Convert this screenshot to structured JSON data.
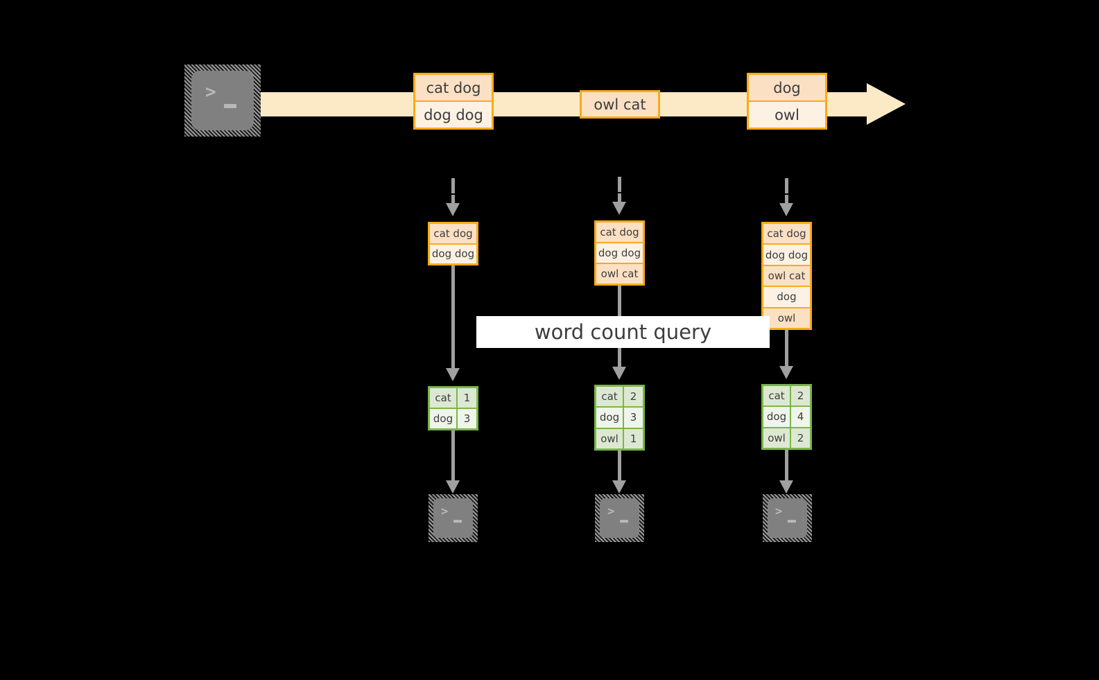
{
  "diagram": {
    "timeline": {
      "source_icon": "terminal-icon",
      "events": [
        {
          "id": "event-1",
          "lines": [
            "cat dog",
            "dog dog"
          ]
        },
        {
          "id": "event-2",
          "lines": [
            "owl cat"
          ]
        },
        {
          "id": "event-3",
          "lines": [
            "dog",
            "owl"
          ]
        }
      ]
    },
    "snapshots": [
      {
        "id": "snapshot-1",
        "lines": [
          "cat dog",
          "dog dog"
        ]
      },
      {
        "id": "snapshot-2",
        "lines": [
          "cat dog",
          "dog dog",
          "owl cat"
        ]
      },
      {
        "id": "snapshot-3",
        "lines": [
          "cat dog",
          "dog dog",
          "owl cat",
          "dog",
          "owl"
        ]
      }
    ],
    "query_label": "word count query",
    "results": [
      {
        "id": "result-1",
        "rows": [
          {
            "word": "cat",
            "count": "1"
          },
          {
            "word": "dog",
            "count": "3"
          }
        ]
      },
      {
        "id": "result-2",
        "rows": [
          {
            "word": "cat",
            "count": "2"
          },
          {
            "word": "dog",
            "count": "3"
          },
          {
            "word": "owl",
            "count": "1"
          }
        ]
      },
      {
        "id": "result-3",
        "rows": [
          {
            "word": "cat",
            "count": "2"
          },
          {
            "word": "dog",
            "count": "4"
          },
          {
            "word": "owl",
            "count": "2"
          }
        ]
      }
    ],
    "sink_icons": [
      "terminal-icon",
      "terminal-icon",
      "terminal-icon"
    ],
    "icon_glyphs": {
      "chevron": ">",
      "underscore": "_"
    },
    "colors": {
      "background": "#000000",
      "timeline_fill": "#fceac7",
      "record_border": "#f8ab16",
      "record_fill_dark": "#fbe0c4",
      "record_fill_light": "#fdf1e4",
      "result_border": "#7ab648",
      "result_fill_dark": "#dde8d3",
      "result_fill_light": "#eff5ea",
      "connector": "#a0a0a0",
      "icon_body": "#808080",
      "query_band": "#ffffff",
      "text": "#3d3d3d"
    }
  }
}
